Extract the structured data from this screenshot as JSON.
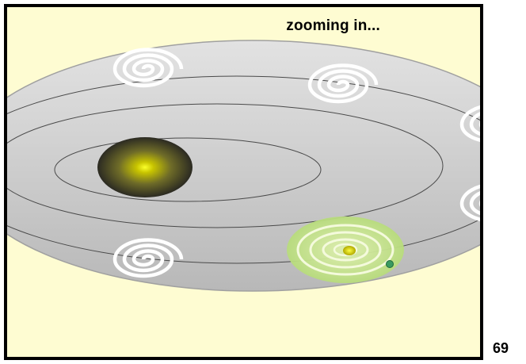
{
  "slide": {
    "caption": "zooming in...",
    "page_number": "69"
  },
  "colors": {
    "background": "#fefcd2",
    "disk": "#c8c8c8",
    "disk_edge": "#909090",
    "orbit_lines": "#4a4a4a",
    "spiral": "#ffffff",
    "highlight_halo": "#c4e48c",
    "center_glow": "#f4f400",
    "planet": "#3a9a60"
  },
  "icons": [
    "spiral-galaxy-icon",
    "central-bulge",
    "highlighted-spiral-galaxy",
    "sun-marker",
    "planet-marker"
  ]
}
